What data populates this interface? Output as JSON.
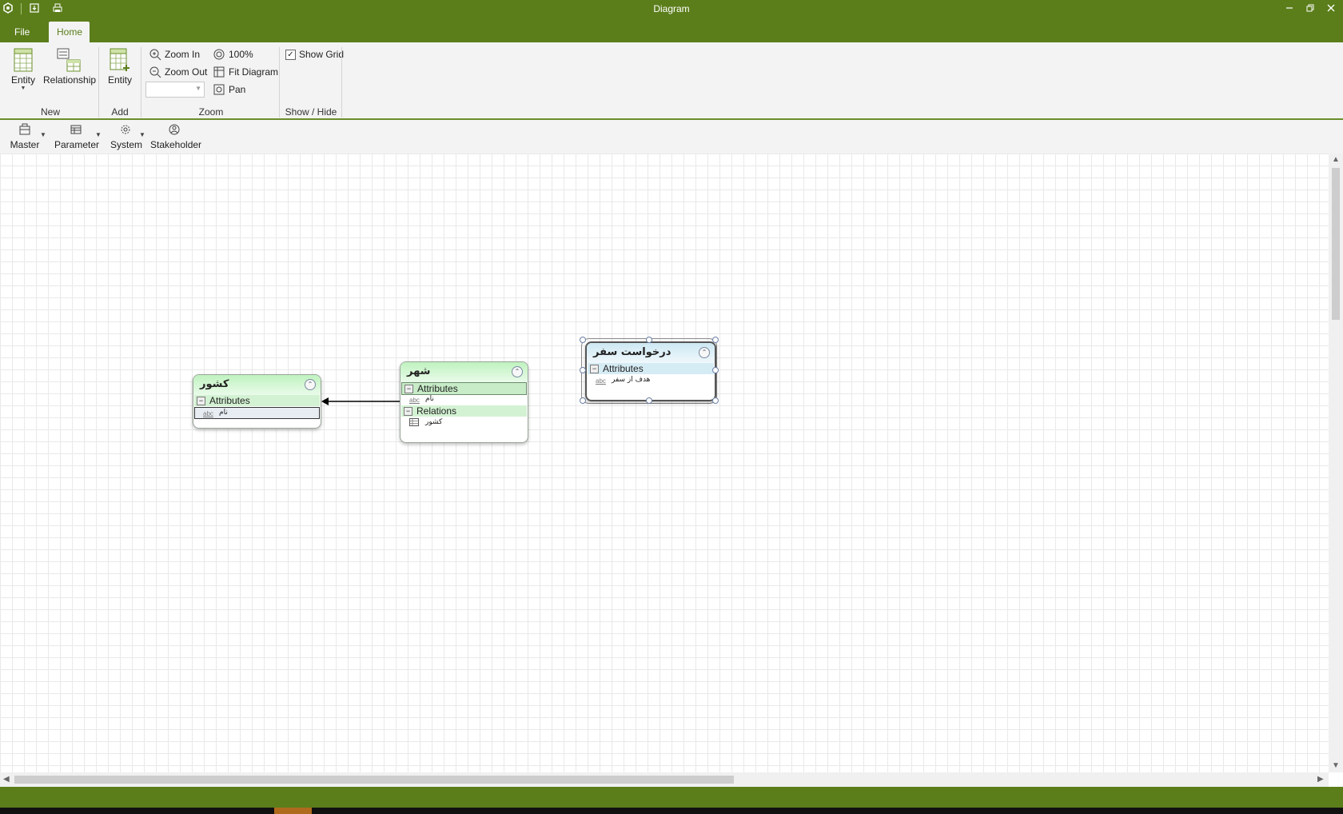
{
  "window": {
    "title": "Diagram"
  },
  "ribbon": {
    "tabs": [
      {
        "label": "File"
      },
      {
        "label": "Home"
      }
    ],
    "groups": {
      "new": {
        "label": "New",
        "entity": "Entity",
        "relationship": "Relationship"
      },
      "add": {
        "label": "Add",
        "entity": "Entity"
      },
      "zoom": {
        "label": "Zoom",
        "zoom_in": "Zoom In",
        "zoom_out": "Zoom Out",
        "percent": "100%",
        "fit": "Fit Diagram",
        "pan": "Pan",
        "combo_value": ""
      },
      "show_hide": {
        "label": "Show / Hide",
        "show_grid": "Show Grid",
        "show_grid_checked": true
      }
    }
  },
  "toolbar2": {
    "items": [
      {
        "label": "Master"
      },
      {
        "label": "Parameter"
      },
      {
        "label": "System"
      },
      {
        "label": "Stakeholder"
      }
    ]
  },
  "entities": [
    {
      "name": "کشور",
      "sections": [
        {
          "title": "Attributes",
          "rows": [
            {
              "icon": "abc",
              "text": "نام"
            }
          ]
        }
      ]
    },
    {
      "name": "شهر",
      "sections": [
        {
          "title": "Attributes",
          "rows": [
            {
              "icon": "abc",
              "text": "نام"
            }
          ]
        },
        {
          "title": "Relations",
          "rows": [
            {
              "icon": "table",
              "text": "کشور"
            }
          ]
        }
      ]
    },
    {
      "name": "درخواست سفر",
      "sections": [
        {
          "title": "Attributes",
          "rows": [
            {
              "icon": "abc",
              "text": "هدف از سفر"
            }
          ]
        }
      ]
    }
  ],
  "colors": {
    "accent": "#5b7e1b",
    "entity_header_green": "#bff2bf",
    "entity_header_blue": "#cde8f3"
  }
}
